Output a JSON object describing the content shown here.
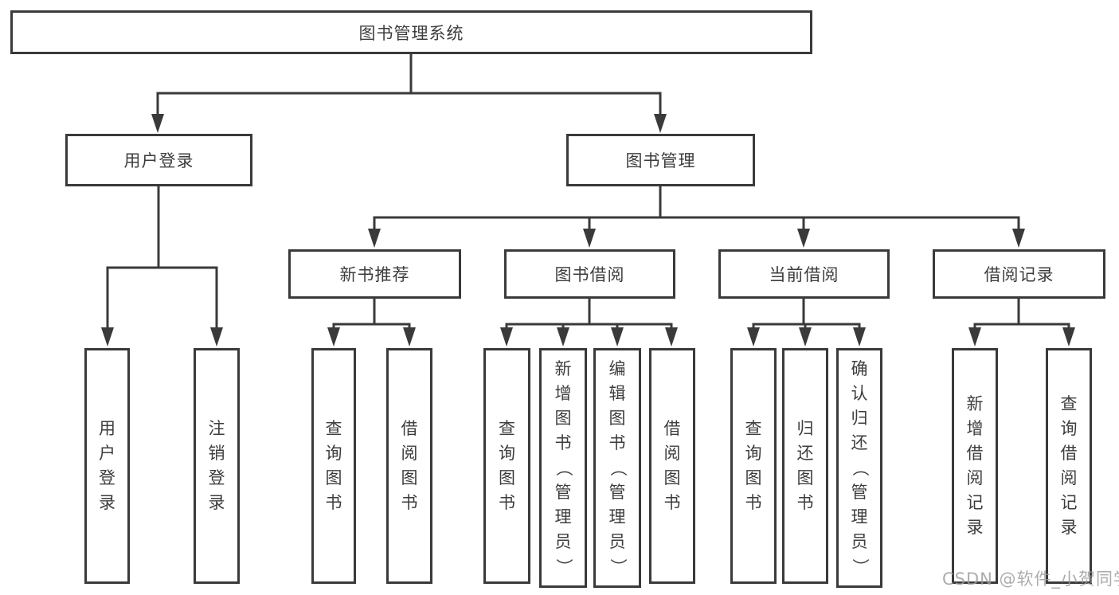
{
  "hierarchy": {
    "label": "图书管理系统",
    "children": [
      {
        "label": "用户登录",
        "children": [
          {
            "label": "用户登录"
          },
          {
            "label": "注销登录"
          }
        ]
      },
      {
        "label": "图书管理",
        "children": [
          {
            "label": "新书推荐",
            "children": [
              {
                "label": "查询图书"
              },
              {
                "label": "借阅图书"
              }
            ]
          },
          {
            "label": "图书借阅",
            "children": [
              {
                "label": "查询图书"
              },
              {
                "label": "新增图书（管理员）"
              },
              {
                "label": "编辑图书（管理员）"
              },
              {
                "label": "借阅图书"
              }
            ]
          },
          {
            "label": "当前借阅",
            "children": [
              {
                "label": "查询图书"
              },
              {
                "label": "归还图书"
              },
              {
                "label": "确认归还（管理员）"
              }
            ]
          },
          {
            "label": "借阅记录",
            "children": [
              {
                "label": "新增借阅记录"
              },
              {
                "label": "查询借阅记录"
              }
            ]
          }
        ]
      }
    ]
  },
  "watermark": {
    "text": "CSDN @软件_小贺同学"
  },
  "colors": {
    "line": "#3a3a3a",
    "text": "#3d3d3d",
    "box_fill": "#ffffff",
    "background": "#ffffff",
    "watermark": "#9b9b9b"
  }
}
